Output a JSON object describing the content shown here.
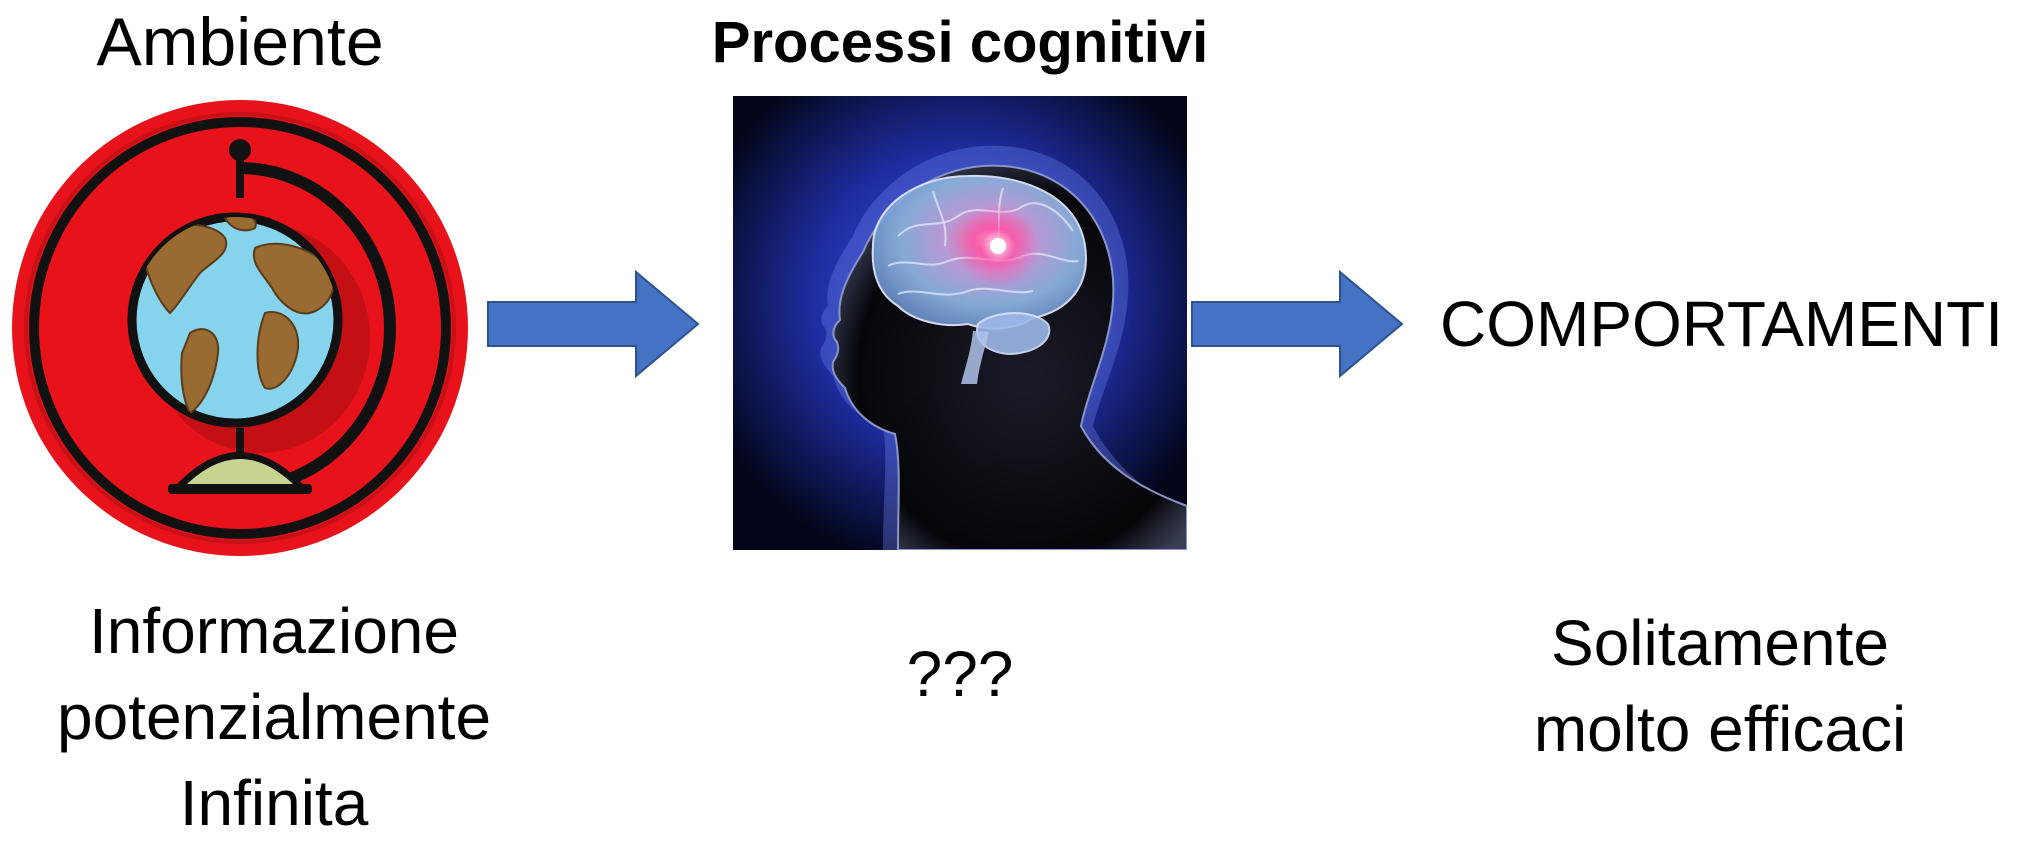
{
  "environment": {
    "title": "Ambiente",
    "icon": "globe-icon",
    "description_lines": [
      "Informazione",
      "potenzialmente",
      "Infinita"
    ]
  },
  "cognition": {
    "title": "Processi cognitivi",
    "icon": "human-head-brain-image",
    "description": "???"
  },
  "behaviour": {
    "title": "COMPORTAMENTI",
    "description_lines": [
      "Solitamente",
      "molto efficaci"
    ]
  },
  "colors": {
    "arrow_fill": "#4472C4",
    "arrow_stroke": "#2F528F",
    "globe_ring": "#E8121A",
    "globe_ocean": "#86D3EE",
    "globe_land": "#9A6A33",
    "globe_base": "#C7D48F"
  }
}
